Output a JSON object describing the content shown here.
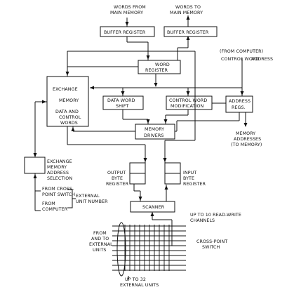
{
  "labels": {
    "words_from_1": "WORDS FROM",
    "words_from_2": "MAIN MEMORY",
    "words_to_1": "WORDS TO",
    "words_to_2": "MAIN MEMORY",
    "buffer_register": "BUFFER REGISTER",
    "from_computer_top": "(FROM COMPUTER)",
    "control_word_1": "CONTROL WORD",
    "control_word_2": "ADDRESS",
    "word_register_1": "WORD",
    "word_register_2": "REGISTER",
    "exchange_1": "EXCHANGE",
    "exchange_2": "MEMORY",
    "exchange_3": "DATA  AND",
    "exchange_4": "CONTROL",
    "exchange_5": "WORDS",
    "data_word_1": "DATA WORD",
    "data_word_2": "SHIFT",
    "control_mod_1": "CONTROL WORD",
    "control_mod_2": "MODIFICATION",
    "address_1": "ADDRESS",
    "address_2": "REGS.",
    "memory_drivers_1": "MEMORY",
    "memory_drivers_2": "DRIVERS",
    "memory_addresses_1": "MEMORY",
    "memory_addresses_2": "ADDRESSES",
    "memory_addresses_3": "(TO MEMORY)",
    "exch_addr_1": "EXCHANGE",
    "exch_addr_2": "MEMORY",
    "exch_addr_3": "ADDRESS",
    "exch_addr_4": "SELECTION",
    "from_crosspoint_1": "FROM CROSS-",
    "from_crosspoint_2": "POINT SWITCH",
    "from_computer_1": "FROM",
    "from_computer_2": "COMPUTER",
    "external_unit_1": "EXTERNAL",
    "external_unit_2": "UNIT NUMBER",
    "output_byte_1": "OUTPUT",
    "output_byte_2": "BYTE",
    "output_byte_3": "REGISTER",
    "input_byte_1": "INPUT",
    "input_byte_2": "BYTE",
    "input_byte_3": "REGISTER",
    "scanner": "SCANNER",
    "channels_1": "UP TO 10 READ-WRITE",
    "channels_2": "CHANNELS",
    "from_and_to_1": "FROM",
    "from_and_to_2": "AND TO",
    "from_and_to_3": "EXTERNAL",
    "from_and_to_4": "UNITS",
    "crosspoint_1": "CROSS-POINT",
    "crosspoint_2": "SWITCH",
    "up_to_32_1": "UP TO 32",
    "up_to_32_2": "EXTERNAL UNITS"
  }
}
